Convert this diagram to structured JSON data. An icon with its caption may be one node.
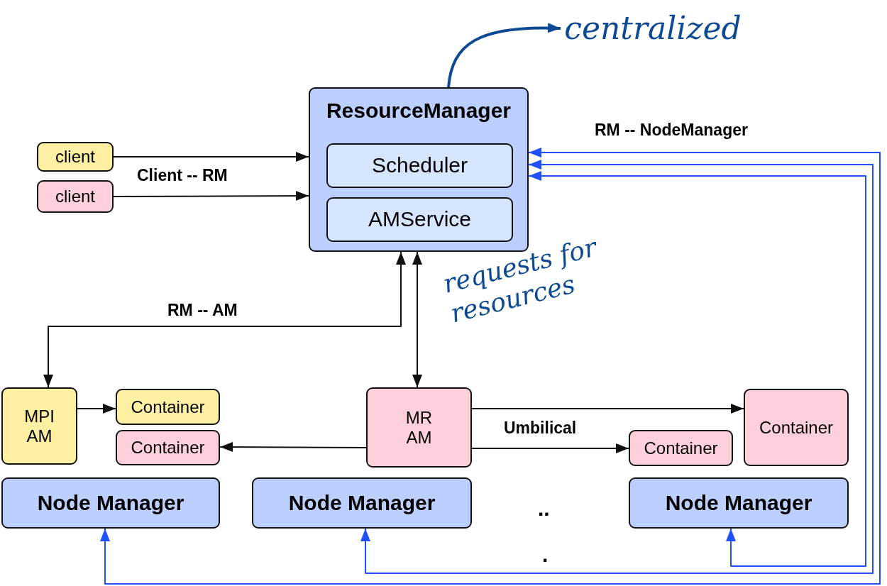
{
  "diagram": {
    "nodes": [
      {
        "text": [
          "ResourceManager"
        ]
      },
      {
        "text": [
          "Scheduler"
        ],
        "in": 0
      },
      {
        "text": [
          "AMService"
        ],
        "in": 0
      },
      {
        "text": [
          "client"
        ]
      },
      {
        "text": [
          "client"
        ]
      },
      {
        "text": [
          "MPI AM"
        ]
      },
      {
        "text": [
          "Container"
        ]
      },
      {
        "text": [
          "Container"
        ]
      },
      {
        "text": [
          "MR AM"
        ]
      },
      {
        "text": [
          "Container"
        ]
      },
      {
        "text": [
          "Container"
        ]
      },
      {
        "text": [
          "Node Manager"
        ]
      },
      {
        "text": [
          "Node Manager"
        ]
      },
      {
        "text": [
          "Node Manager"
        ]
      },
      {
        "text": [
          "centralized"
        ]
      }
    ],
    "edges": [
      {
        "from": 3,
        "to": 0,
        "arrow": "to"
      },
      {
        "from": 4,
        "to": 0,
        "arrow": "to"
      },
      {
        "from": 0,
        "to": 5,
        "arrow": "both"
      },
      {
        "from": 0,
        "to": 8,
        "arrow": "both"
      },
      {
        "from": 5,
        "to": 6,
        "arrow": "to"
      },
      {
        "from": 8,
        "to": 7,
        "arrow": "to"
      },
      {
        "from": 8,
        "to": 10,
        "arrow": "to"
      },
      {
        "from": 8,
        "to": 9,
        "arrow": "to"
      },
      {
        "from": 11,
        "to": 0,
        "arrow": "both",
        "color": "#1f4fff"
      },
      {
        "from": 12,
        "to": 0,
        "arrow": "both",
        "color": "#1f4fff"
      },
      {
        "from": 13,
        "to": 0,
        "arrow": "both",
        "color": "#1f4fff"
      },
      {
        "from": 0,
        "to": 14,
        "arrow": "to",
        "color": "#0d4a94",
        "style": "thick"
      }
    ],
    "labels": [
      "RM -- NodeManager",
      "Client -- RM",
      "RM -- AM",
      "requests for resources",
      "Umbilical",
      "..",
      "."
    ]
  }
}
